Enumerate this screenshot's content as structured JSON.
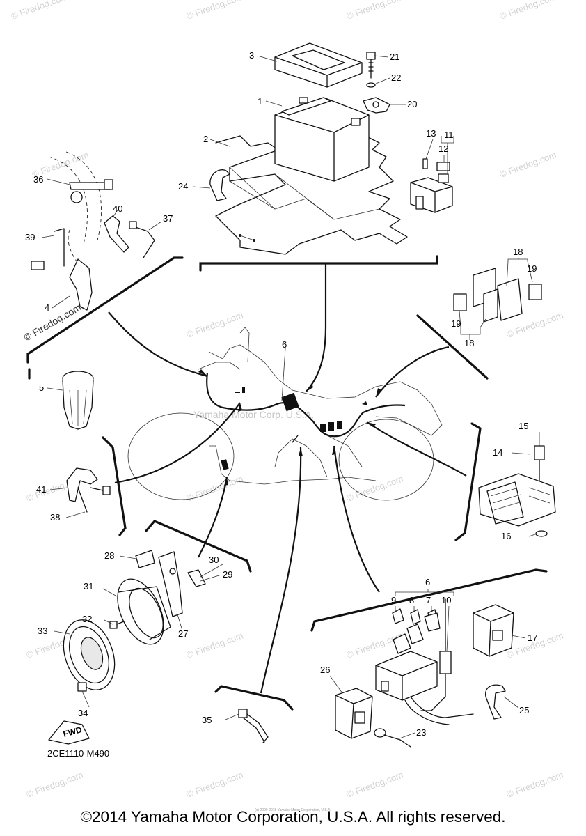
{
  "diagram": {
    "code": "2CE1110-M490",
    "center_watermark": "Yamaha Motor Corp. U.S.A.",
    "side_watermark": "© Firedog.com",
    "watermark_tile": "© Firedog.com",
    "fwd_label": "FWD",
    "callouts": [
      "1",
      "2",
      "3",
      "4",
      "5",
      "6",
      "6",
      "6",
      "7",
      "8",
      "9",
      "10",
      "11",
      "12",
      "13",
      "14",
      "15",
      "16",
      "17",
      "18",
      "18",
      "19",
      "19",
      "20",
      "21",
      "22",
      "23",
      "24",
      "25",
      "26",
      "27",
      "28",
      "29",
      "30",
      "31",
      "32",
      "33",
      "34",
      "35",
      "36",
      "37",
      "38",
      "39",
      "40",
      "41"
    ]
  },
  "footer": {
    "copyright": "©2014 Yamaha Motor Corporation, U.S.A. All rights reserved.",
    "small_print": "(c) 2000-2015 Yamaha Motor Corporation, U.S.A."
  },
  "colors": {
    "ink": "#111111",
    "watermark": "#d2d2d2",
    "background": "#ffffff"
  }
}
